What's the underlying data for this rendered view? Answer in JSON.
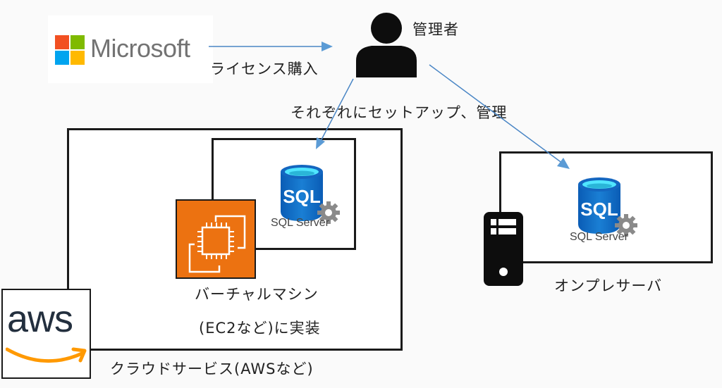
{
  "diagram": {
    "vendor": {
      "name": "Microsoft",
      "icon": "microsoft-logo",
      "colors": [
        "#f25022",
        "#7fba00",
        "#00a4ef",
        "#ffb900"
      ]
    },
    "admin": {
      "label": "管理者",
      "icon": "person-icon"
    },
    "arrows": [
      {
        "from": "Microsoft",
        "to": "管理者",
        "label": "ライセンス購入"
      },
      {
        "from": "管理者",
        "to": "SQL Server (クラウド)",
        "label": "それぞれにセットアップ、管理"
      },
      {
        "from": "管理者",
        "to": "SQL Server (オンプレ)",
        "label": ""
      }
    ],
    "arrow_color": "#5b9bd5",
    "cloud": {
      "label": "クラウドサービス(AWSなど)",
      "logo_text": "aws",
      "logo_colors": {
        "text": "#232f3e",
        "smile": "#ff9900"
      },
      "vm": {
        "label_line1": "バーチャルマシン",
        "label_line2": "(EC2など)に実装",
        "icon": "ec2-icon",
        "icon_color": "#ec7211"
      },
      "sql": {
        "icon_text": "SQL",
        "caption": "SQL Server"
      }
    },
    "onprem": {
      "label": "オンプレサーバ",
      "icon": "server-tower-icon",
      "sql": {
        "icon_text": "SQL",
        "caption": "SQL Server"
      }
    }
  }
}
